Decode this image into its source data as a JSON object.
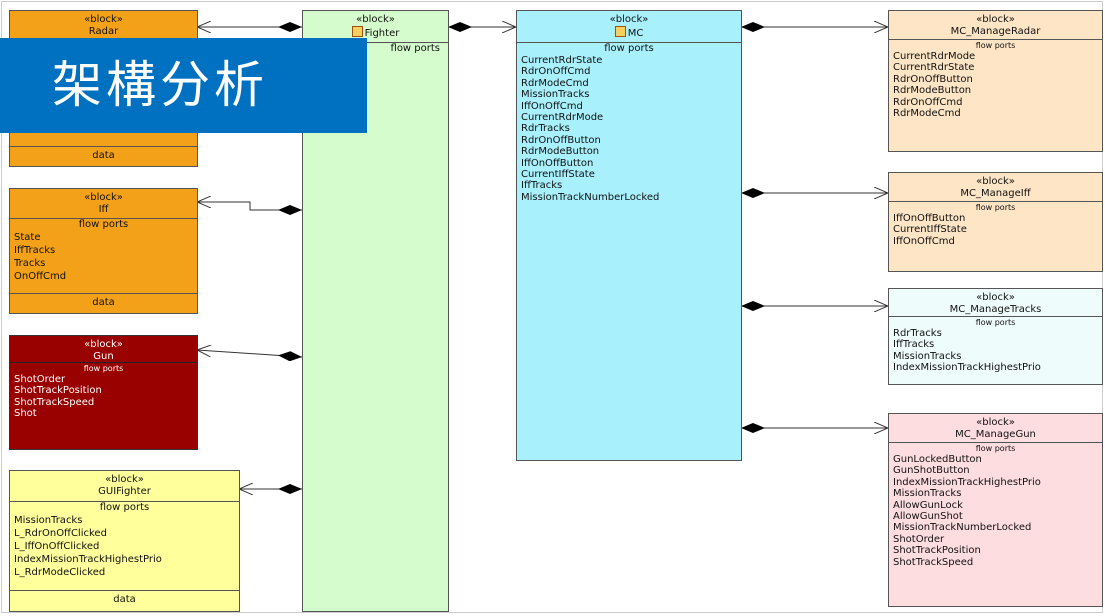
{
  "stereotype": "«block»",
  "flow_ports_label": "flow ports",
  "data_label": "data",
  "banner_title": "架構分析",
  "blocks": {
    "radar": {
      "name": "Radar"
    },
    "fighter": {
      "name": "Fighter"
    },
    "mc": {
      "name": "MC",
      "ports": [
        "CurrentRdrState",
        "RdrOnOffCmd",
        "RdrModeCmd",
        "MissionTracks",
        "IffOnOffCmd",
        "CurrentRdrMode",
        "RdrTracks",
        "RdrOnOffButton",
        "RdrModeButton",
        "IffOnOffButton",
        "CurrentIffState",
        "IffTracks",
        "MissionTrackNumberLocked"
      ]
    },
    "iff": {
      "name": "Iff",
      "ports": [
        "State",
        "IffTracks",
        "Tracks",
        "OnOffCmd"
      ]
    },
    "gun": {
      "name": "Gun",
      "ports": [
        "ShotOrder",
        "ShotTrackPosition",
        "ShotTrackSpeed",
        "Shot"
      ]
    },
    "gui": {
      "name": "GUIFighter",
      "ports": [
        "MissionTracks",
        "L_RdrOnOffClicked",
        "L_IffOnOffClicked",
        "IndexMissionTrackHighestPrio",
        "L_RdrModeClicked"
      ]
    },
    "mradar": {
      "name": "MC_ManageRadar",
      "ports": [
        "CurrentRdrMode",
        "CurrentRdrState",
        "RdrOnOffButton",
        "RdrModeButton",
        "RdrOnOffCmd",
        "RdrModeCmd"
      ]
    },
    "miff": {
      "name": "MC_ManageIff",
      "ports": [
        "IffOnOffButton",
        "CurrentIffState",
        "IffOnOffCmd"
      ]
    },
    "mtracks": {
      "name": "MC_ManageTracks",
      "ports": [
        "RdrTracks",
        "IffTracks",
        "MissionTracks",
        "IndexMissionTrackHighestPrio"
      ]
    },
    "mgun": {
      "name": "MC_ManageGun",
      "ports": [
        "GunLockedButton",
        "GunShotButton",
        "IndexMissionTrackHighestPrio",
        "MissionTracks",
        "AllowGunLock",
        "AllowGunShot",
        "MissionTrackNumberLocked",
        "ShotOrder",
        "ShotTrackPosition",
        "ShotTrackSpeed"
      ]
    }
  },
  "colors": {
    "radar": "#f4a11a",
    "iff": "#f4a11a",
    "fighter": "#d4fccc",
    "mc": "#a8f0fc",
    "gun": "#990000",
    "gui": "#ffff9c",
    "mradar": "#fde5c6",
    "miff": "#fde5c6",
    "mtracks": "#effcfc",
    "mgun": "#fddde0",
    "banner": "#0071c1"
  }
}
